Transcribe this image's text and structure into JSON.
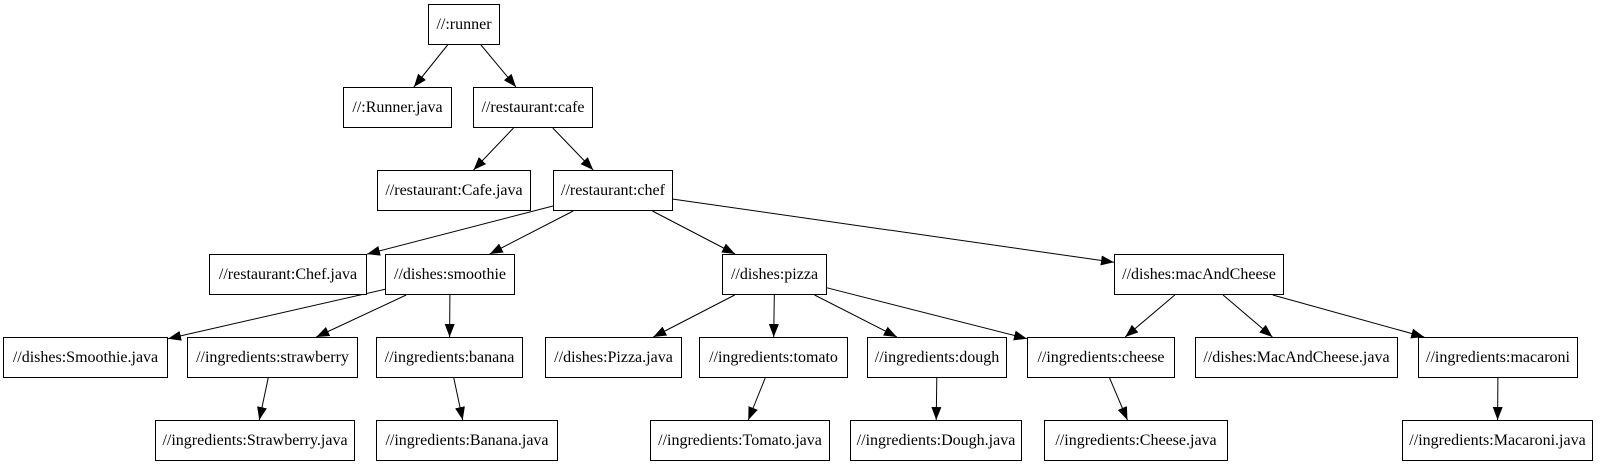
{
  "diagram": {
    "type": "dependency-graph",
    "background_color": "#ffffff",
    "node_fill_color": "#ffffff",
    "node_border_color": "#000000",
    "edge_color": "#000000",
    "text_color": "#000000",
    "nodes": [
      {
        "id": "runner",
        "label": "//:runner"
      },
      {
        "id": "runner_java",
        "label": "//:Runner.java"
      },
      {
        "id": "cafe",
        "label": "//restaurant:cafe"
      },
      {
        "id": "cafe_java",
        "label": "//restaurant:Cafe.java"
      },
      {
        "id": "chef",
        "label": "//restaurant:chef"
      },
      {
        "id": "chef_java",
        "label": "//restaurant:Chef.java"
      },
      {
        "id": "smoothie",
        "label": "//dishes:smoothie"
      },
      {
        "id": "pizza",
        "label": "//dishes:pizza"
      },
      {
        "id": "macandcheese",
        "label": "//dishes:macAndCheese"
      },
      {
        "id": "smoothie_java",
        "label": "//dishes:Smoothie.java"
      },
      {
        "id": "strawberry",
        "label": "//ingredients:strawberry"
      },
      {
        "id": "banana",
        "label": "//ingredients:banana"
      },
      {
        "id": "pizza_java",
        "label": "//dishes:Pizza.java"
      },
      {
        "id": "tomato",
        "label": "//ingredients:tomato"
      },
      {
        "id": "dough",
        "label": "//ingredients:dough"
      },
      {
        "id": "cheese",
        "label": "//ingredients:cheese"
      },
      {
        "id": "macandcheese_java",
        "label": "//dishes:MacAndCheese.java"
      },
      {
        "id": "macaroni",
        "label": "//ingredients:macaroni"
      },
      {
        "id": "strawberry_java",
        "label": "//ingredients:Strawberry.java"
      },
      {
        "id": "banana_java",
        "label": "//ingredients:Banana.java"
      },
      {
        "id": "tomato_java",
        "label": "//ingredients:Tomato.java"
      },
      {
        "id": "dough_java",
        "label": "//ingredients:Dough.java"
      },
      {
        "id": "cheese_java",
        "label": "//ingredients:Cheese.java"
      },
      {
        "id": "macaroni_java",
        "label": "//ingredients:Macaroni.java"
      }
    ],
    "edges": [
      {
        "from": "runner",
        "to": "runner_java"
      },
      {
        "from": "runner",
        "to": "cafe"
      },
      {
        "from": "cafe",
        "to": "cafe_java"
      },
      {
        "from": "cafe",
        "to": "chef"
      },
      {
        "from": "chef",
        "to": "chef_java"
      },
      {
        "from": "chef",
        "to": "smoothie"
      },
      {
        "from": "chef",
        "to": "pizza"
      },
      {
        "from": "chef",
        "to": "macandcheese"
      },
      {
        "from": "smoothie",
        "to": "smoothie_java"
      },
      {
        "from": "smoothie",
        "to": "strawberry"
      },
      {
        "from": "smoothie",
        "to": "banana"
      },
      {
        "from": "strawberry",
        "to": "strawberry_java"
      },
      {
        "from": "banana",
        "to": "banana_java"
      },
      {
        "from": "pizza",
        "to": "pizza_java"
      },
      {
        "from": "pizza",
        "to": "tomato"
      },
      {
        "from": "pizza",
        "to": "dough"
      },
      {
        "from": "pizza",
        "to": "cheese"
      },
      {
        "from": "tomato",
        "to": "tomato_java"
      },
      {
        "from": "dough",
        "to": "dough_java"
      },
      {
        "from": "cheese",
        "to": "cheese_java"
      },
      {
        "from": "macandcheese",
        "to": "cheese"
      },
      {
        "from": "macandcheese",
        "to": "macandcheese_java"
      },
      {
        "from": "macandcheese",
        "to": "macaroni"
      },
      {
        "from": "macaroni",
        "to": "macaroni_java"
      }
    ]
  }
}
